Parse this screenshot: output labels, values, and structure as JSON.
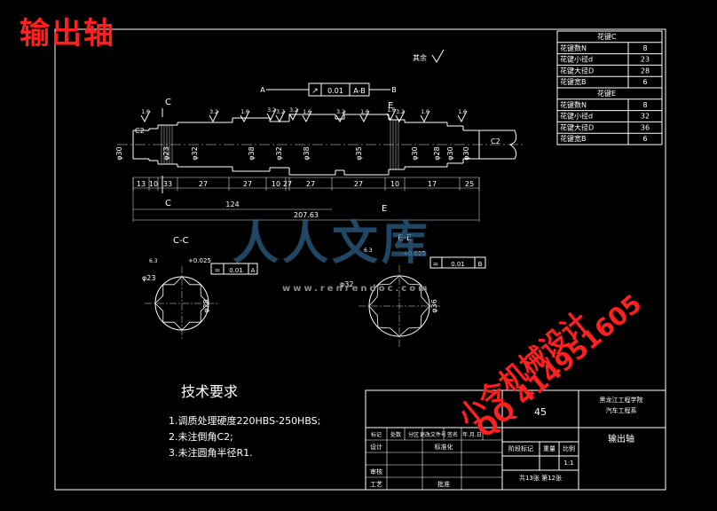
{
  "title": "输出轴",
  "stamp": {
    "line1": "小令机械设计",
    "line2": "QQ 414951605"
  },
  "watermark": {
    "brand": "人人文库",
    "url": "www.renrendoc.com"
  },
  "colors": {
    "line": "#ffffff",
    "dim": "#e0e0e0",
    "red": "#ff2020",
    "shade": "#2d5f87",
    "bg": "#000000"
  },
  "spline_table": {
    "sections": [
      {
        "title": "花键C",
        "rows": [
          [
            "花键数N",
            "8"
          ],
          [
            "花键小径d",
            "23"
          ],
          [
            "花键大径D",
            "28"
          ],
          [
            "花键宽B",
            "6"
          ]
        ]
      },
      {
        "title": "花键E",
        "rows": [
          [
            "花键数N",
            "8"
          ],
          [
            "花键小径d",
            "32"
          ],
          [
            "花键大径D",
            "36"
          ],
          [
            "花键宽B",
            "6"
          ]
        ]
      }
    ]
  },
  "shaft": {
    "section_marks": [
      "C",
      "C",
      "E",
      "E"
    ],
    "rest": "其余",
    "diameters": [
      "φ30",
      "φ23",
      "φ32",
      "φ38",
      "φ32",
      "φ38",
      "φ35",
      "φ30",
      "φ28",
      "φ30",
      "φ30"
    ],
    "chamfer_left": "C2",
    "chamfer_right": "C2",
    "tolerance_frame": {
      "symbol": "↗",
      "value": "0.01",
      "datum": "A-B"
    },
    "datums": [
      "A",
      "B"
    ],
    "roughness": [
      "1.6",
      "3.2",
      "1.6",
      "3.2",
      "1.6",
      "3.2",
      "1.6",
      "3.2",
      "1.6",
      "1.6",
      "3.2",
      "1.6",
      "3.2"
    ],
    "segment_dims": [
      "13",
      "10",
      "33",
      "27",
      "27",
      "10",
      "27",
      "27",
      "27",
      "10",
      "17",
      "25"
    ],
    "total_dims": [
      "124",
      "207.63"
    ]
  },
  "sections": {
    "cc": {
      "label": "C-C",
      "dia": "φ23",
      "dia2": "φ28",
      "tol": "0.025",
      "frame": {
        "symbol": "=",
        "value": "0.01",
        "datum": "A"
      },
      "rough": "6.3"
    },
    "ee": {
      "label": "E-E",
      "dia": "φ32",
      "dia2": "φ36",
      "tol": "0.025",
      "frame": {
        "symbol": "=",
        "value": "0.01",
        "datum": "B"
      },
      "rough": "6.3"
    }
  },
  "tech": {
    "title": "技术要求",
    "items": [
      "1.调质处理硬度220HBS-250HBS;",
      "2.未注倒角C2;",
      "3.未注圆角半径R1."
    ]
  },
  "title_block": {
    "material": "45",
    "school": "黑龙江工程学院",
    "dept": "汽车工程系",
    "part_name": "输出轴",
    "mark_row": [
      "标记",
      "处数",
      "分区",
      "更改文件号",
      "签名",
      "年.月.日"
    ],
    "design": "设计",
    "standard": "标准化",
    "review": "审核",
    "process": "工艺",
    "approve": "批准",
    "stage": "阶段标记",
    "weight": "重量",
    "scale_label": "比例",
    "scale": "1:1",
    "sheets": "共13张  第12张"
  }
}
